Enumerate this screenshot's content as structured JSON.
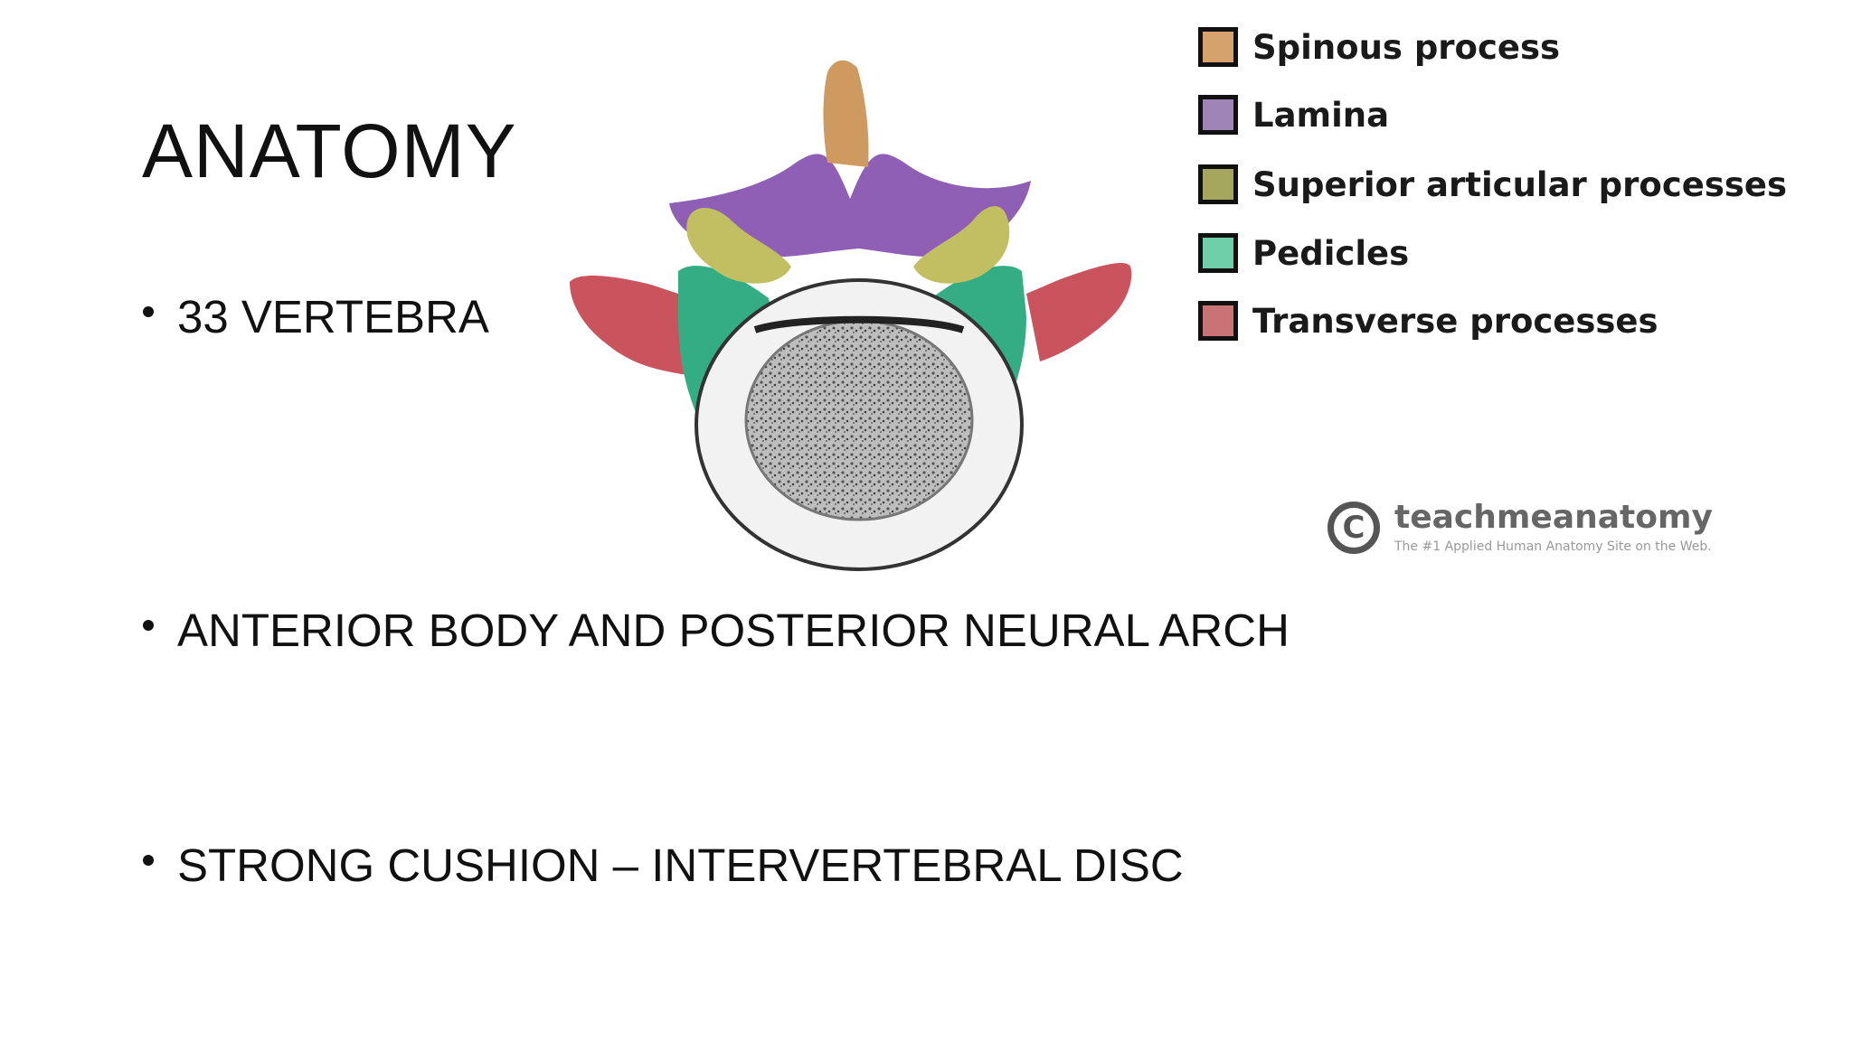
{
  "slide": {
    "title": "ANATOMY",
    "bullets": [
      "33 VERTEBRA",
      "ANTERIOR BODY AND POSTERIOR NEURAL ARCH",
      "STRONG CUSHION – INTERVERTEBRAL DISC"
    ]
  },
  "legend": {
    "items": [
      {
        "label": "Spinous process",
        "color": "#d5a26e"
      },
      {
        "label": "Lamina",
        "color": "#9f84b8"
      },
      {
        "label": "Superior articular processes",
        "color": "#a6a75e"
      },
      {
        "label": "Pedicles",
        "color": "#6fcfa9"
      },
      {
        "label": "Transverse processes",
        "color": "#c97377"
      }
    ]
  },
  "watermark": {
    "name": "teachmeanatomy",
    "tagline": "The #1 Applied Human Anatomy Site on the Web."
  },
  "figure": {
    "icon": "vertebra-illustration",
    "colors": {
      "spinous": "#cf9a5f",
      "lamina": "#8e5fb4",
      "articular": "#c2be62",
      "pedicle": "#35ad84",
      "transverse": "#c9545e",
      "body_rim": "#f2f2f2",
      "body_core": "#8f8f8f"
    }
  }
}
